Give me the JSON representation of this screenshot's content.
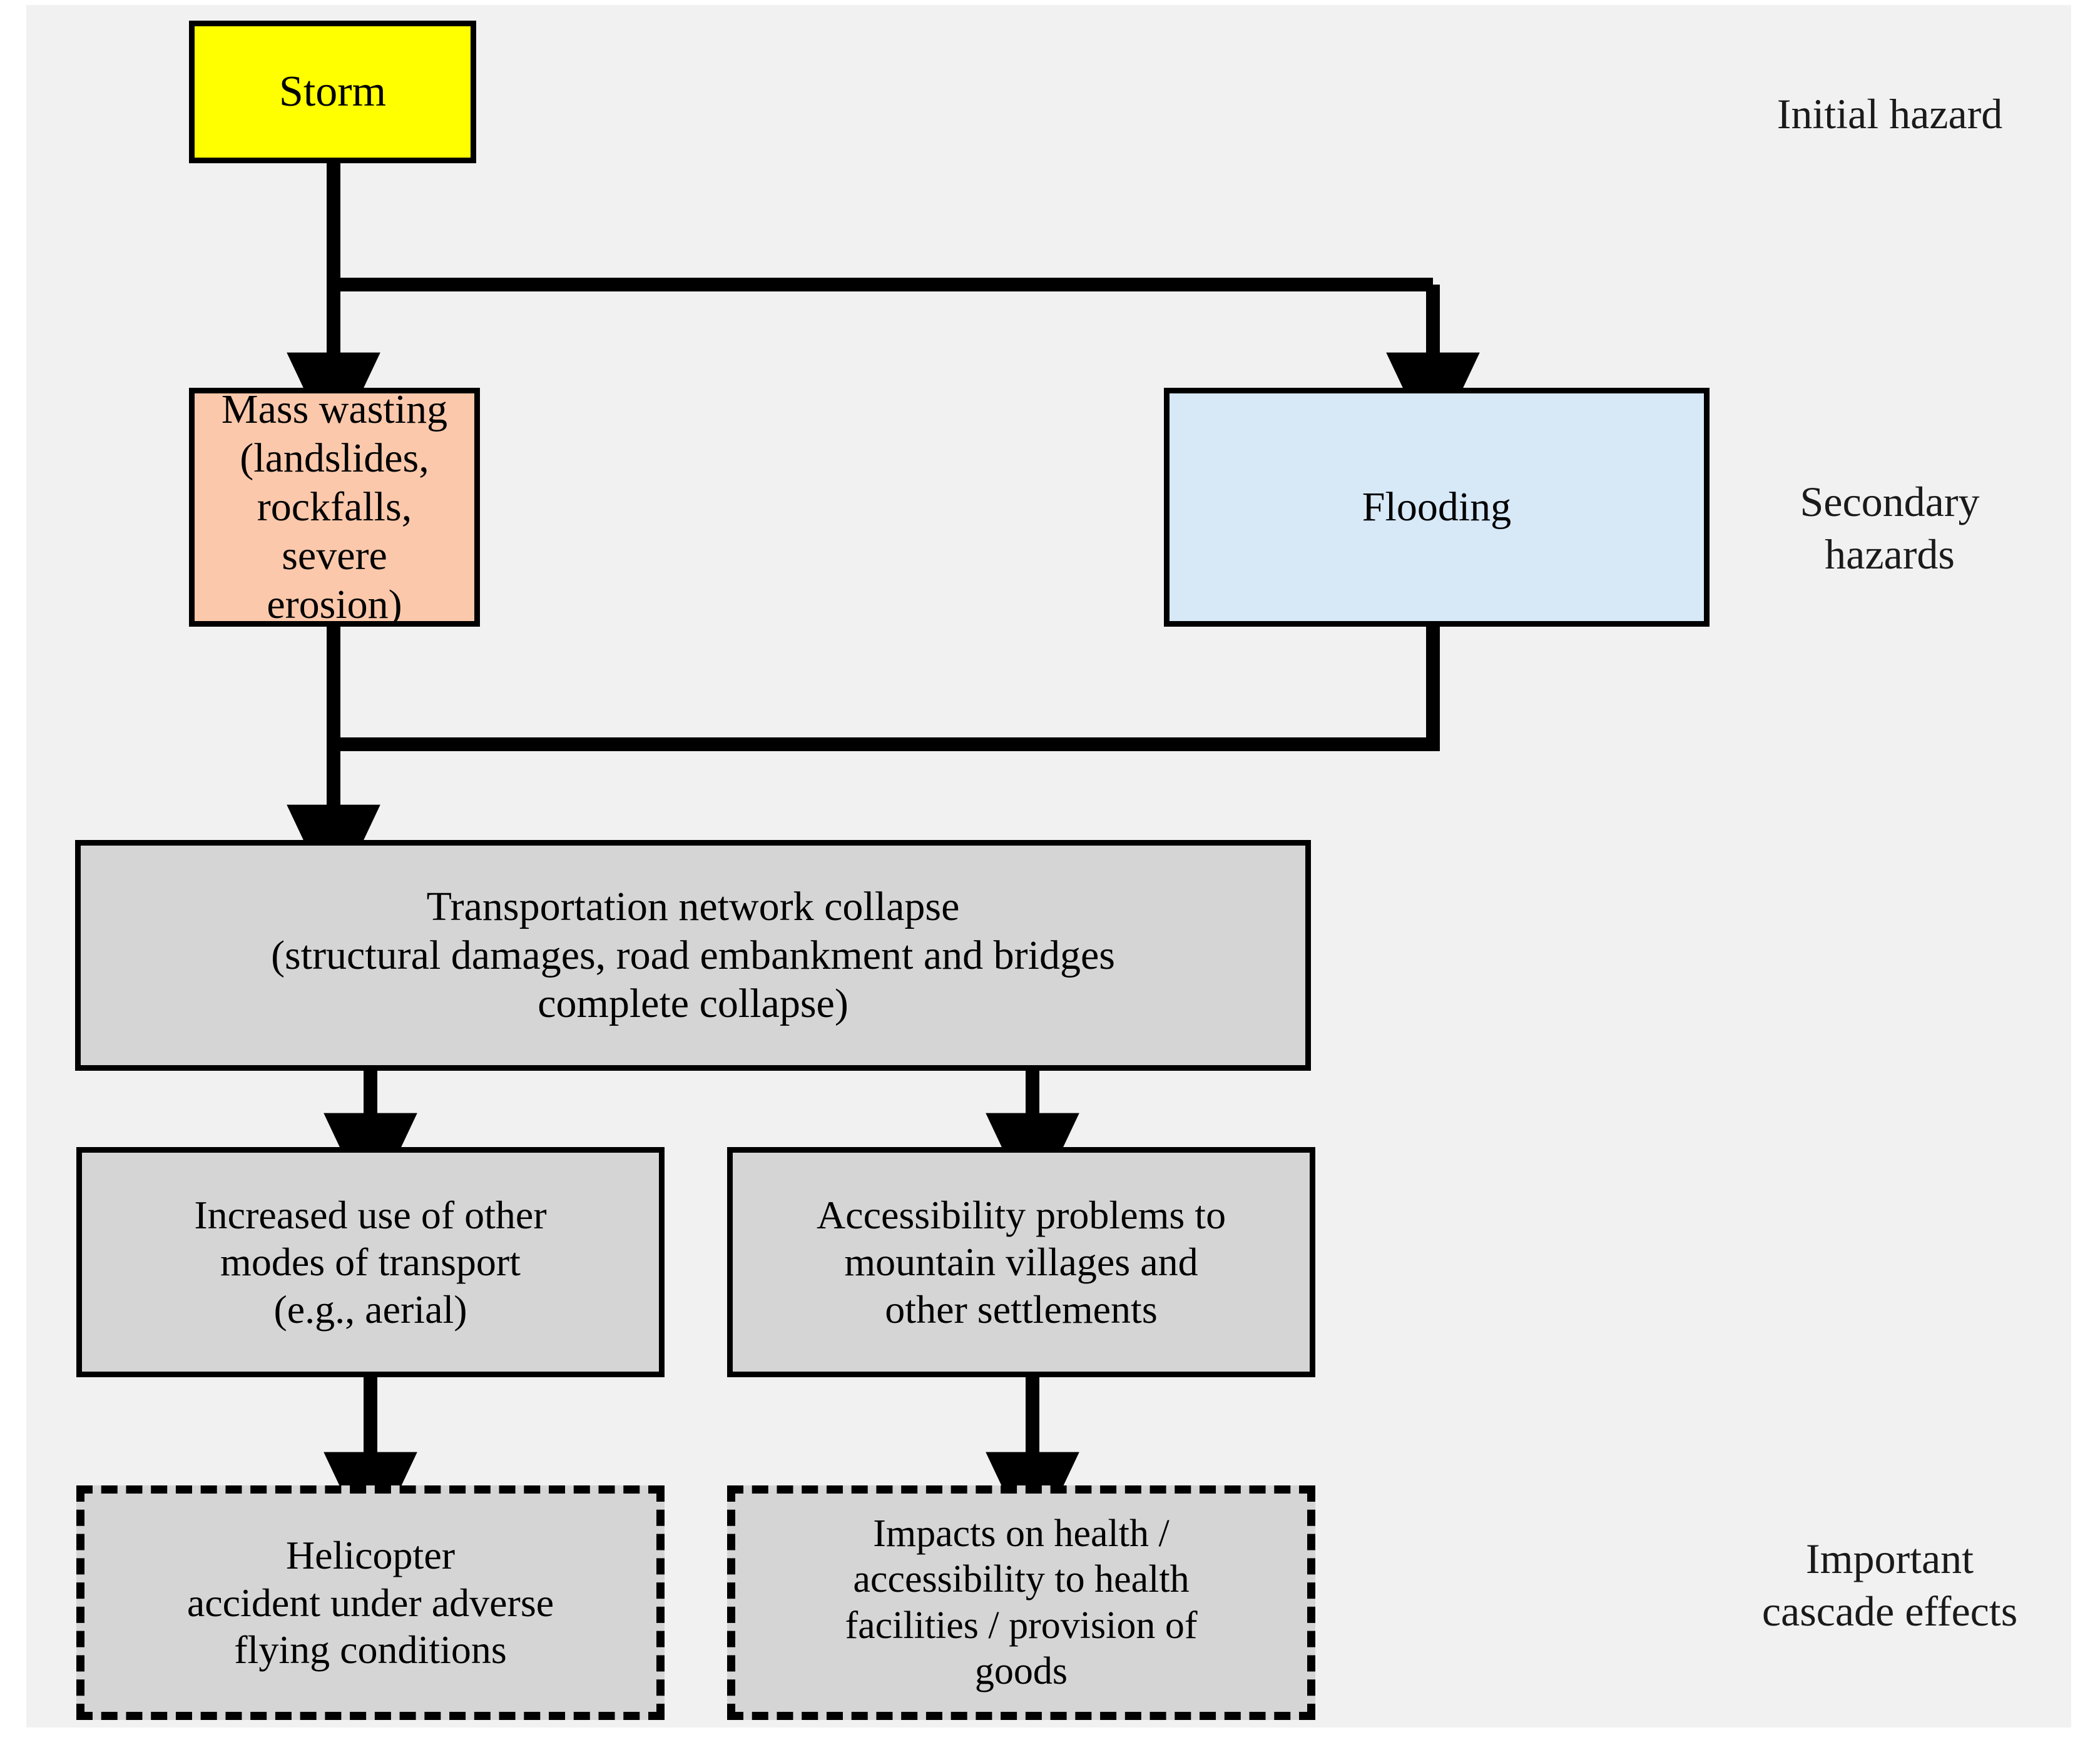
{
  "diagram": {
    "title": "Storm hazard cascade flowchart",
    "background": "#f1f1f1",
    "edge_color": "#000000",
    "nodes": {
      "storm": {
        "label": "Storm",
        "fill": "#ffff00",
        "border": "solid",
        "tier": "initial-hazard"
      },
      "mass_wasting": {
        "label": "Mass wasting\n(landslides, rockfalls, severe\nerosion)",
        "fill": "#fbc8ab",
        "border": "solid",
        "tier": "secondary-hazards"
      },
      "flooding": {
        "label": "Flooding",
        "fill": "#d7e8f7",
        "border": "solid",
        "tier": "secondary-hazards"
      },
      "transport_collapse": {
        "label": "Transportation network collapse\n(structural damages, road embankment and bridges\ncomplete collapse)",
        "fill": "#d5d5d5",
        "border": "solid",
        "tier": "impacts"
      },
      "increased_use": {
        "label": "Increased use of other\nmodes of transport\n(e.g., aerial)",
        "fill": "#d5d5d5",
        "border": "solid",
        "tier": "impacts"
      },
      "accessibility": {
        "label": "Accessibility problems to\nmountain villages and\nother settlements",
        "fill": "#d5d5d5",
        "border": "solid",
        "tier": "impacts"
      },
      "helicopter": {
        "label": "Helicopter\naccident under adverse\nflying conditions",
        "fill": "#d5d5d5",
        "border": "dashed",
        "tier": "important-cascade-effects"
      },
      "health_impacts": {
        "label": "Impacts on health /\naccessibility to health\nfacilities / provision of\ngoods",
        "fill": "#d5d5d5",
        "border": "dashed",
        "tier": "important-cascade-effects"
      }
    },
    "tier_labels": {
      "initial": "Initial hazard",
      "secondary": "Secondary\nhazards",
      "cascade": "Important\ncascade effects"
    },
    "edges": [
      {
        "from": "storm",
        "to": "mass_wasting",
        "style": "orthogonal-split-arrow"
      },
      {
        "from": "storm",
        "to": "flooding",
        "style": "orthogonal-split-arrow"
      },
      {
        "from": "mass_wasting",
        "to": "transport_collapse",
        "style": "orthogonal-merge-arrow"
      },
      {
        "from": "flooding",
        "to": "transport_collapse",
        "style": "orthogonal-merge-arrow"
      },
      {
        "from": "transport_collapse",
        "to": "increased_use",
        "style": "straight-arrow"
      },
      {
        "from": "transport_collapse",
        "to": "accessibility",
        "style": "straight-arrow"
      },
      {
        "from": "increased_use",
        "to": "helicopter",
        "style": "straight-arrow"
      },
      {
        "from": "accessibility",
        "to": "health_impacts",
        "style": "straight-arrow"
      }
    ]
  }
}
